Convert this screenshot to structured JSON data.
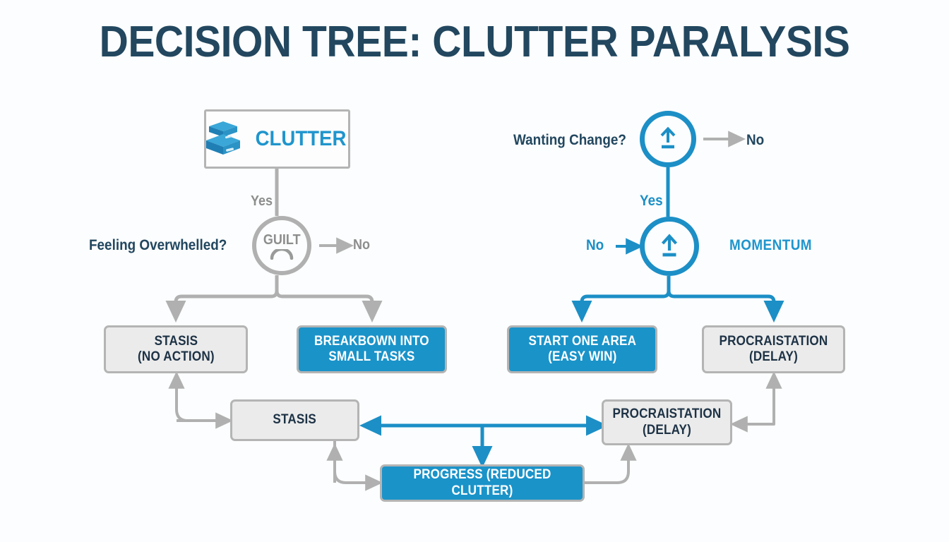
{
  "page": {
    "title": "DECISION TREE: CLUTTER PARALYSIS",
    "background_color": "#fbfdfe",
    "accent_blue": "#1a93c9",
    "navy": "#22475f",
    "grey": "#b4b4b4"
  },
  "root": {
    "label": "CLUTTER",
    "icon": "stacked-boxes-icon"
  },
  "left_branch": {
    "question": "Feeling Overwhelled?",
    "decision_node": {
      "label": "GUILT",
      "icon": "frown-face-icon"
    },
    "yes_label": "Yes",
    "no_label": "No",
    "outcomes": [
      {
        "label": "STASIS\n(NO ACTION)",
        "style": "grey"
      },
      {
        "label": "BREAKBOWN INTO\nSMALL TASKS",
        "style": "blue"
      }
    ]
  },
  "right_branch": {
    "question": "Wanting Change?",
    "top_node": {
      "icon": "upload-arrow-icon",
      "no_label": "No"
    },
    "yes_label": "Yes",
    "momentum_node": {
      "icon": "upload-arrow-icon",
      "no_label": "No",
      "side_label": "MOMENTUM"
    },
    "outcomes": [
      {
        "label": "START ONE AREA\n(EASY WIN)",
        "style": "blue"
      },
      {
        "label": "PROCRAISTATION\n(DELAY)",
        "style": "grey"
      }
    ]
  },
  "loop": {
    "stasis": {
      "label": "STASIS",
      "style": "grey"
    },
    "procrastination": {
      "label": "PROCRAISTATION\n(DELAY)",
      "style": "grey"
    },
    "progress": {
      "label": "PROGRESS (REDUCED CLUTTER)",
      "style": "blue"
    }
  }
}
